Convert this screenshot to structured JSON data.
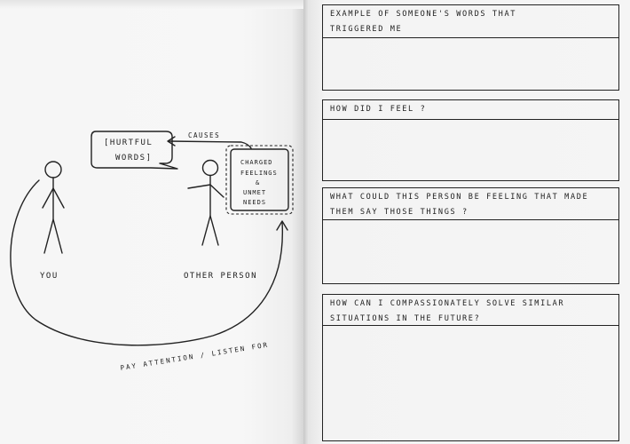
{
  "diagram": {
    "speech_bubble": "[HURTFUL WORDS]",
    "speech_line1": "[HURTFUL",
    "speech_line2": "WORDS]",
    "causes_label": "CAUSES",
    "feelings_line1": "CHARGED",
    "feelings_line2": "FEELINGS",
    "feelings_line3": "&",
    "feelings_line4": "UNMET",
    "feelings_line5": "NEEDS",
    "you_label": "YOU",
    "other_person_label": "OTHER PERSON",
    "pay_attention_label": "PAY ATTENTION / LISTEN FOR"
  },
  "worksheet": {
    "questions": [
      {
        "line1": "EXAMPLE OF SOMEONE'S WORDS THAT",
        "line2": "TRIGGERED ME"
      },
      {
        "line1": "HOW DID I FEEL ?",
        "line2": ""
      },
      {
        "line1": "WHAT COULD THIS PERSON BE FEELING THAT MADE",
        "line2": "THEM SAY THOSE THINGS ?"
      },
      {
        "line1": "HOW CAN I COMPASSIONATELY SOLVE SIMILAR",
        "line2": "SITUATIONS IN THE FUTURE?"
      }
    ]
  }
}
